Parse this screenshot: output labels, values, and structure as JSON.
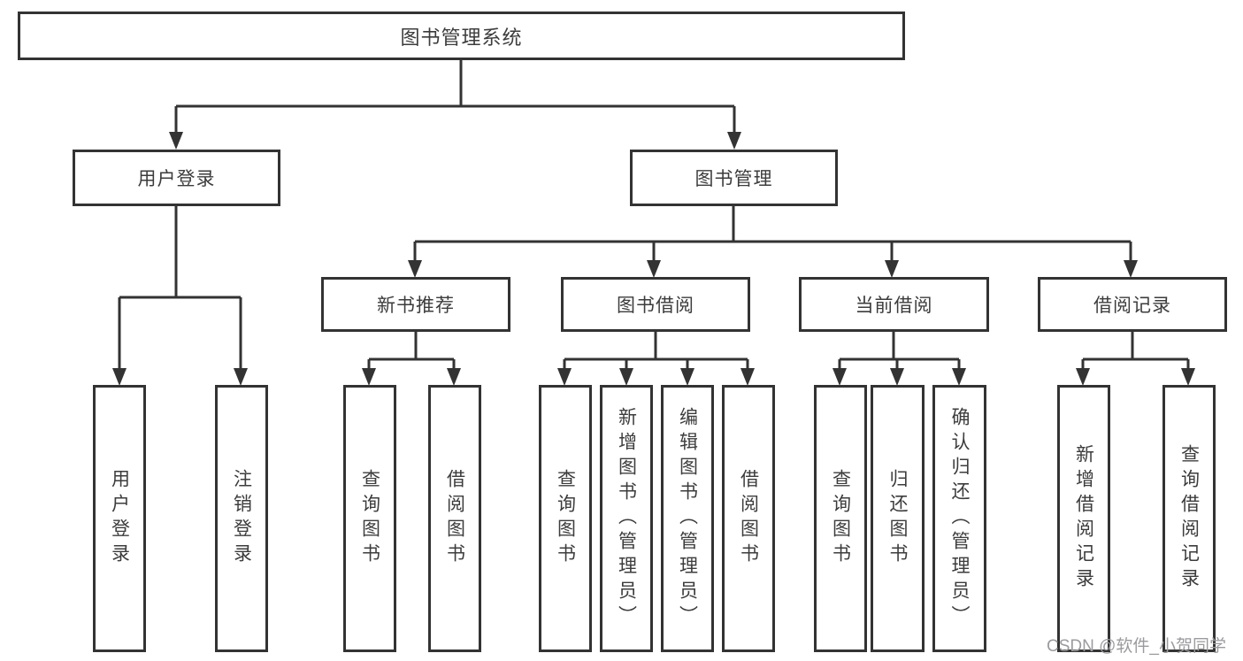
{
  "diagram": {
    "root": "图书管理系统",
    "branches": {
      "user_login": "用户登录",
      "book_mgmt": "图书管理"
    },
    "modules": {
      "new_books": "新书推荐",
      "book_borrow": "图书借阅",
      "current_borrow": "当前借阅",
      "borrow_records": "借阅记录"
    },
    "leaves": {
      "user": [
        "用户登录",
        "注销登录"
      ],
      "new_books": [
        "查询图书",
        "借阅图书"
      ],
      "book_borrow": [
        "查询图书",
        "新增图书（管理员）",
        "编辑图书（管理员）",
        "借阅图书"
      ],
      "current_borrow": [
        "查询图书",
        "归还图书",
        "确认归还（管理员）"
      ],
      "borrow_records": [
        "新增借阅记录",
        "查询借阅记录"
      ]
    }
  },
  "watermark": "CSDN @软件_小贺同学",
  "colors": {
    "line": "#333333",
    "text": "#3c3c3c",
    "watermark": "#9b9b9e",
    "background": "#ffffff"
  }
}
